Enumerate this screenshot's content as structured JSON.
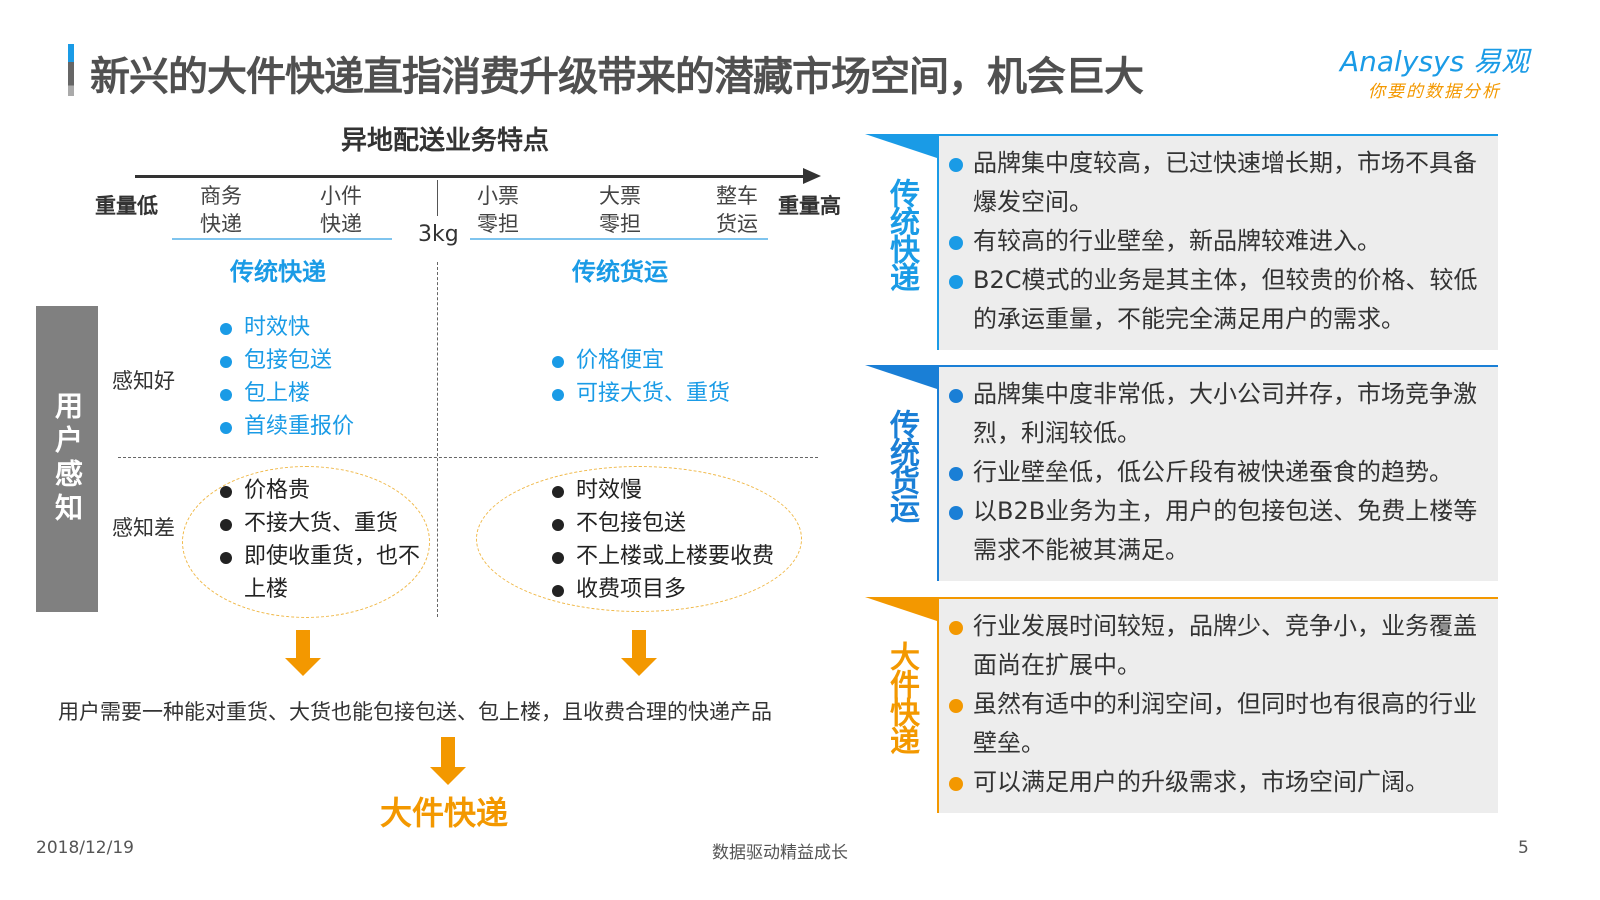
{
  "title": "新兴的大件快递直指消费升级带来的潜藏市场空间，机会巨大",
  "logo": {
    "brand": "Analysys 易观",
    "slogan": "你要的数据分析"
  },
  "left": {
    "subtitle": "异地配送业务特点",
    "weight_low": "重量低",
    "weight_high": "重量高",
    "categories": [
      {
        "l1": "商务",
        "l2": "快递"
      },
      {
        "l1": "小件",
        "l2": "快递"
      },
      {
        "l1": "小票",
        "l2": "零担"
      },
      {
        "l1": "大票",
        "l2": "零担"
      },
      {
        "l1": "整车",
        "l2": "货运"
      }
    ],
    "threshold": "3kg",
    "group1": "传统快递",
    "group2": "传统货运",
    "perception": "用户感知",
    "good_label": "感知好",
    "bad_label": "感知差",
    "express_good": [
      "时效快",
      "包接包送",
      "包上楼",
      "首续重报价"
    ],
    "freight_good": [
      "价格便宜",
      "可接大货、重货"
    ],
    "express_bad": [
      "价格贵",
      "不接大货、重货",
      "即使收重货，也不上楼"
    ],
    "freight_bad": [
      "时效慢",
      "不包接包送",
      "不上楼或上楼要收费",
      "收费项目多"
    ],
    "need": "用户需要一种能对重货、大货也能包接包送、包上楼，且收费合理的快递产品",
    "result": "大件快递"
  },
  "right": [
    {
      "label": "传统快递",
      "color": "#1a9be6",
      "points": [
        "品牌集中度较高，已过快速增长期，市场不具备爆发空间。",
        "有较高的行业壁垒，新品牌较难进入。",
        "B2C模式的业务是其主体，但较贵的价格、较低的承运重量，不能完全满足用户的需求。"
      ]
    },
    {
      "label": "传统货运",
      "color": "#1a7fd6",
      "points": [
        "品牌集中度非常低，大小公司并存，市场竞争激烈，利润较低。",
        "行业壁垒低，低公斤段有被快递蚕食的趋势。",
        "以B2B业务为主，用户的包接包送、免费上楼等需求不能被其满足。"
      ]
    },
    {
      "label": "大件快递",
      "color": "#f39800",
      "points": [
        "行业发展时间较短，品牌少、竞争小，业务覆盖面尚在扩展中。",
        "虽然有适中的利润空间，但同时也有很高的行业壁垒。",
        "可以满足用户的升级需求，市场空间广阔。"
      ]
    }
  ],
  "footer": {
    "date": "2018/12/19",
    "slogan": "数据驱动精益成长",
    "page": "5"
  }
}
